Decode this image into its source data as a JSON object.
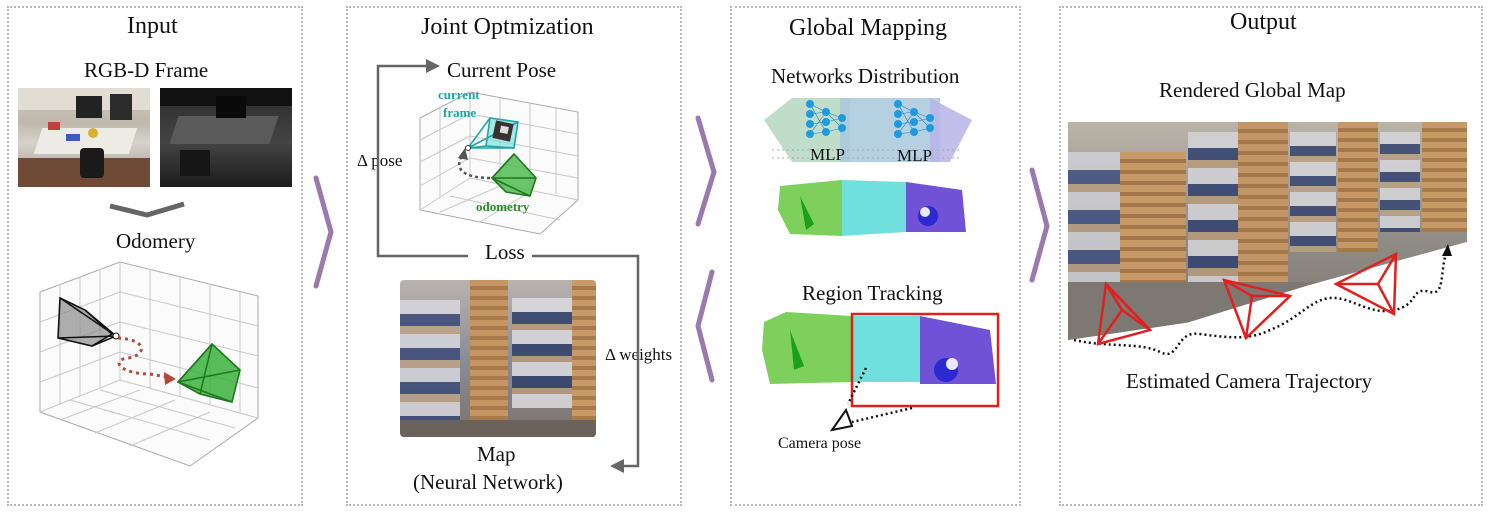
{
  "panels": {
    "input": {
      "title": "Input",
      "rgbd_label": "RGB-D Frame",
      "odometry_label": "Odomery"
    },
    "joint": {
      "title": "Joint Optmization",
      "current_pose": "Current Pose",
      "current_frame_line1": "current",
      "current_frame_line2": "frame",
      "odometry": "odometry",
      "delta_pose": "Δ pose",
      "loss": "Loss",
      "delta_weights": "Δ weights",
      "map_line1": "Map",
      "map_line2": "(Neural Network)"
    },
    "global": {
      "title": "Global Mapping",
      "networks_distribution": "Networks Distribution",
      "mlp_1": "MLP",
      "mlp_2": "MLP",
      "region_tracking": "Region Tracking",
      "camera_pose": "Camera pose"
    },
    "output": {
      "title": "Output",
      "rendered_map": "Rendered Global Map",
      "trajectory": "Estimated Camera Trajectory"
    }
  },
  "colors": {
    "arrow_purple": "#9b78ad",
    "odometry_green": "#2e8b2e",
    "current_teal": "#1fa6a6",
    "trajectory_red": "#e02020",
    "flow_gray": "#666666"
  }
}
